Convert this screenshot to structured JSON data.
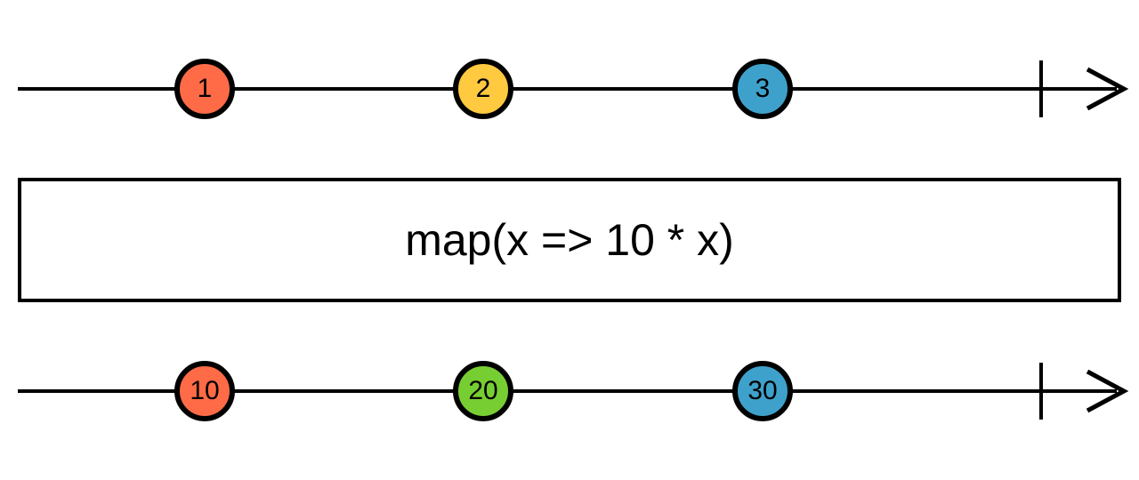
{
  "diagram": {
    "stroke_color": "#000000",
    "background_color": "#ffffff",
    "source_stream": {
      "marbles": [
        {
          "value": "1",
          "color": "#FF6B46"
        },
        {
          "value": "2",
          "color": "#FFC940"
        },
        {
          "value": "3",
          "color": "#3EA1CB"
        }
      ]
    },
    "operator": {
      "label": "map(x => 10 * x)"
    },
    "output_stream": {
      "marbles": [
        {
          "value": "10",
          "color": "#FF6B46"
        },
        {
          "value": "20",
          "color": "#77CE33"
        },
        {
          "value": "30",
          "color": "#3EA1CB"
        }
      ]
    }
  }
}
